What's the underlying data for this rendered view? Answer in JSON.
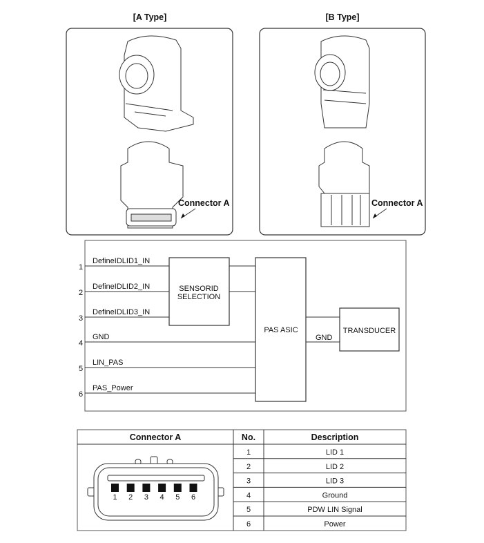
{
  "types": {
    "a": {
      "title": "[A Type]",
      "connector_label": "Connector A"
    },
    "b": {
      "title": "[B Type]",
      "connector_label": "Connector A"
    }
  },
  "block_diagram": {
    "pins": [
      {
        "no": "1",
        "signal": "DefineIDLID1_IN"
      },
      {
        "no": "2",
        "signal": "DefineIDLID2_IN"
      },
      {
        "no": "3",
        "signal": "DefineIDLID3_IN"
      },
      {
        "no": "4",
        "signal": "GND"
      },
      {
        "no": "5",
        "signal": "LIN_PAS"
      },
      {
        "no": "6",
        "signal": "PAS_Power"
      }
    ],
    "sensorid_line1": "SENSORID",
    "sensorid_line2": "SELECTION",
    "asic": "PAS ASIC",
    "gnd": "GND",
    "transducer": "TRANSDUCER"
  },
  "table": {
    "headers": [
      "Connector A",
      "No.",
      "Description"
    ],
    "rows": [
      {
        "no": "1",
        "desc": "LID 1"
      },
      {
        "no": "2",
        "desc": "LID 2"
      },
      {
        "no": "3",
        "desc": "LID 3"
      },
      {
        "no": "4",
        "desc": "Ground"
      },
      {
        "no": "5",
        "desc": "PDW LIN Signal"
      },
      {
        "no": "6",
        "desc": "Power"
      }
    ],
    "pin_labels": [
      "1",
      "2",
      "3",
      "4",
      "5",
      "6"
    ]
  }
}
